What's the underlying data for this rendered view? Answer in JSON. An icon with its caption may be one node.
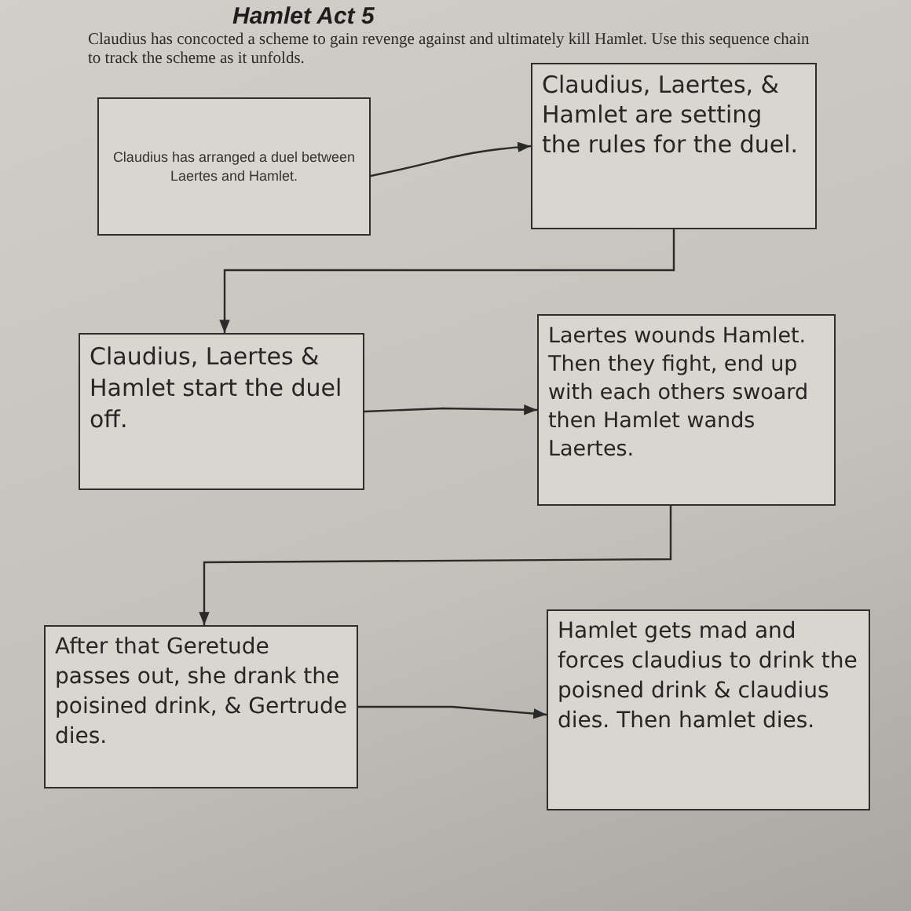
{
  "diagram": {
    "title": "Hamlet Act 5",
    "caption": "Claudius has concocted a scheme to gain revenge against and ultimately kill Hamlet. Use this sequence chain to track the scheme as it unfolds.",
    "nodes": [
      {
        "text": [
          "Claudius has arranged a duel between Laertes and Hamlet."
        ]
      },
      {
        "text": [
          "Claudius, Laertes, & Hamlet are setting the rules for the duel."
        ]
      },
      {
        "text": [
          "Claudius, Laertes & Hamlet start the duel off."
        ]
      },
      {
        "text": [
          "Laertes wounds Hamlet. Then they fight, end up with each others swoard then Hamlet wands Laertes."
        ]
      },
      {
        "text": [
          "After that Geretude passes out, she drank the poisined drink, & Gertrude dies."
        ]
      },
      {
        "text": [
          "Hamlet gets mad and forces claudius to drink the poisned drink & claudius dies. Then hamlet dies."
        ]
      }
    ],
    "edges": [
      {
        "from": 0,
        "to": 1,
        "arrow": "to"
      },
      {
        "from": 1,
        "to": 2,
        "arrow": "to"
      },
      {
        "from": 2,
        "to": 3,
        "arrow": "to"
      },
      {
        "from": 3,
        "to": 4,
        "arrow": "to"
      },
      {
        "from": 4,
        "to": 5,
        "arrow": "to"
      }
    ]
  }
}
